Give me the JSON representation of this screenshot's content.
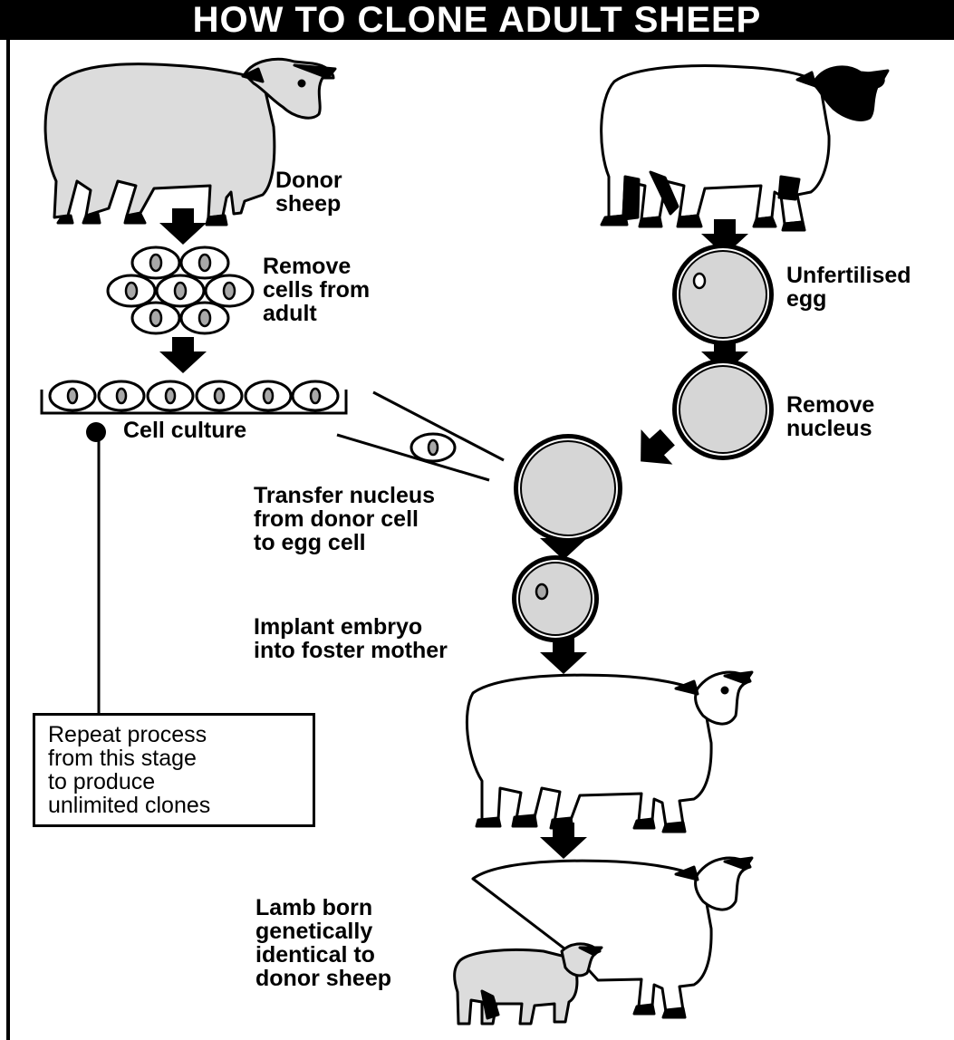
{
  "title": "HOW TO CLONE ADULT SHEEP",
  "colors": {
    "ink": "#000000",
    "cell_fill": "#d6d6d6",
    "donor_fill": "#dcdcdc",
    "paper": "#ffffff"
  },
  "labels": {
    "donor_sheep": "Donor\nsheep",
    "remove_cells": "Remove\ncells from\nadult",
    "cell_culture": "Cell culture",
    "unfertilised_egg": "Unfertilised\negg",
    "remove_nucleus": "Remove\nnucleus",
    "transfer_nucleus": "Transfer nucleus\nfrom donor cell\nto egg cell",
    "implant_embryo": "Implant embryo\ninto foster mother",
    "repeat_process": "Repeat process\nfrom this stage\nto produce\nunlimited clones",
    "lamb_born": "Lamb born\ngenetically\nidentical to\ndonor sheep"
  }
}
